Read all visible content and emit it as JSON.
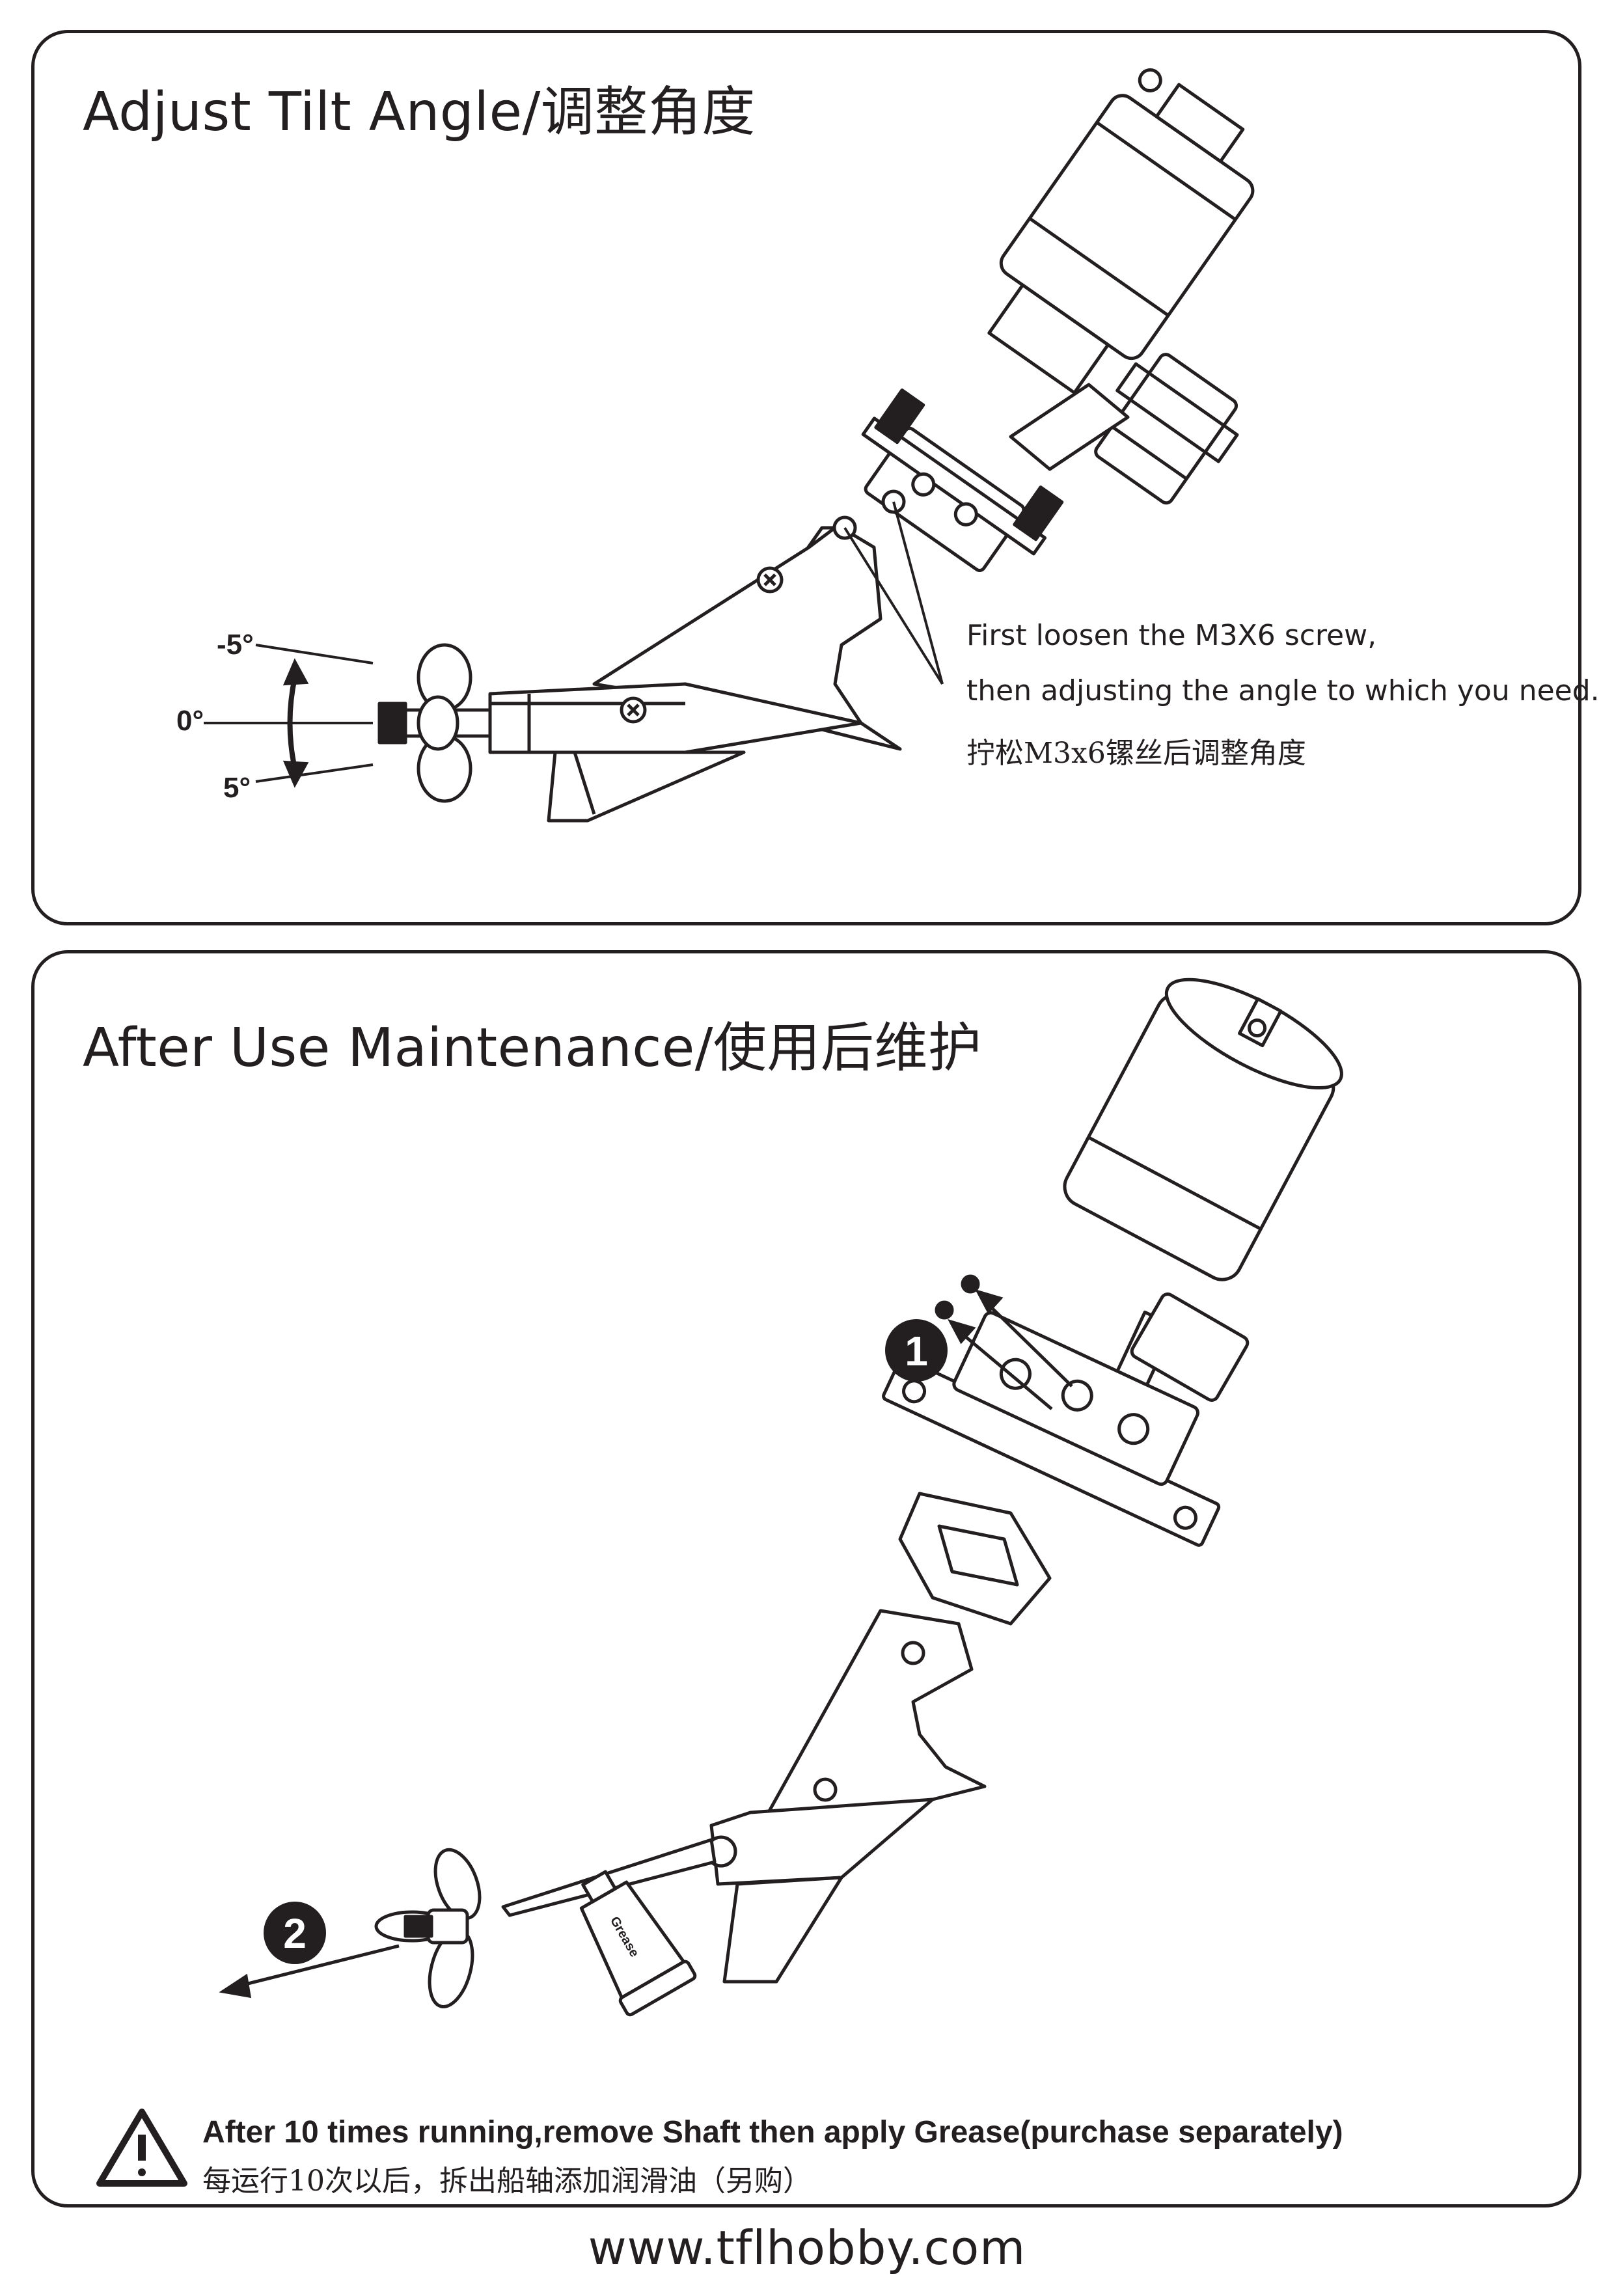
{
  "tilt_section": {
    "title": "Adjust Tilt Angle/调整角度",
    "angle_labels": {
      "minus": "-5°",
      "zero": "0°",
      "plus": "5°"
    },
    "instruction_line1": "First loosen the M3X6 screw,",
    "instruction_line2": "then adjusting the angle to which you need.",
    "instruction_cn": "拧松M3x6镙丝后调整角度"
  },
  "maintenance_section": {
    "title": "After Use Maintenance/使用后维护",
    "step1": "1",
    "step2": "2",
    "tube_label": "Grease",
    "warning_icon": "warning-triangle-icon",
    "warning_en": "After 10 times running,remove Shaft then apply Grease(purchase separately)",
    "warning_cn": "每运行10次以后，拆出船轴添加润滑油（另购）"
  },
  "footer": {
    "url": "www.tflhobby.com"
  }
}
